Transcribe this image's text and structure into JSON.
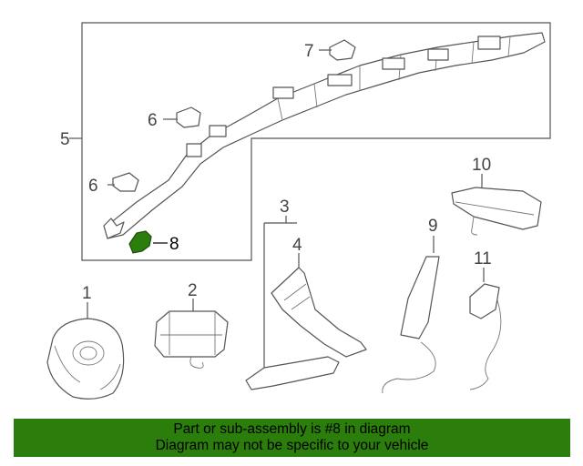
{
  "callouts": {
    "c1": "1",
    "c2": "2",
    "c3": "3",
    "c4": "4",
    "c5": "5",
    "c6a": "6",
    "c6b": "6",
    "c7": "7",
    "c8": "8",
    "c9": "9",
    "c10": "10",
    "c11": "11"
  },
  "highlight_color": "#2b7d0c",
  "notice": {
    "line1": "Part or sub-assembly is #8 in diagram",
    "line2": "Diagram may not be specific to your vehicle"
  }
}
